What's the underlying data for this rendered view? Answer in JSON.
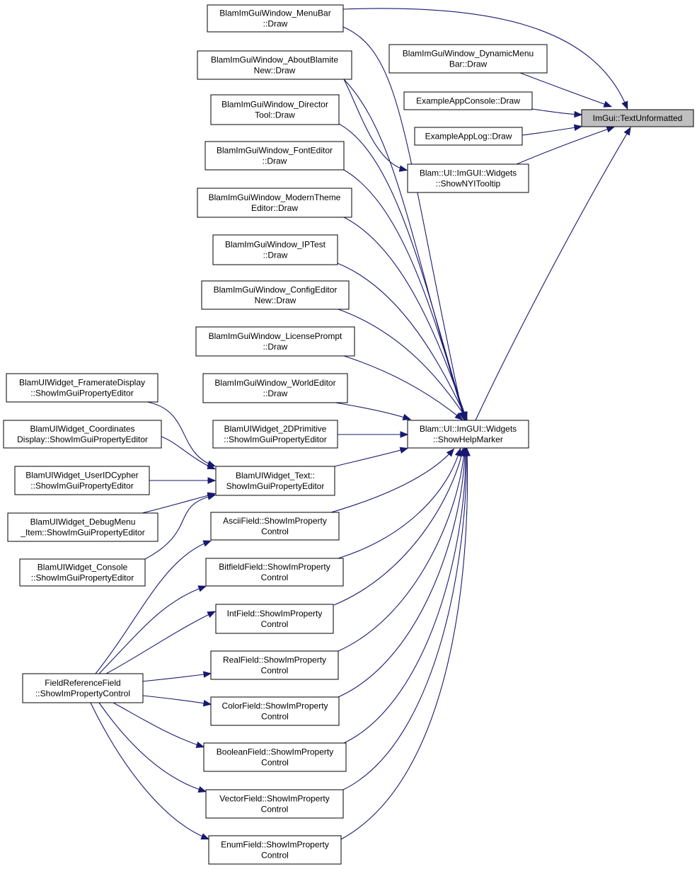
{
  "diagram": {
    "direction": "right-to-left call graph",
    "colors": {
      "edge": "#191970",
      "node_border": "#000000",
      "node_fill": "#ffffff",
      "root_fill": "#bfbfbf"
    },
    "nodes": [
      {
        "id": "tu",
        "lines": [
          "ImGui::TextUnformatted"
        ],
        "root": true
      },
      {
        "id": "menubar",
        "lines": [
          "BlamImGuiWindow_MenuBar",
          "::Draw"
        ]
      },
      {
        "id": "dynmenu",
        "lines": [
          "BlamImGuiWindow_DynamicMenu",
          "Bar::Draw"
        ]
      },
      {
        "id": "console",
        "lines": [
          "ExampleAppConsole::Draw"
        ]
      },
      {
        "id": "log",
        "lines": [
          "ExampleAppLog::Draw"
        ]
      },
      {
        "id": "nyi",
        "lines": [
          "Blam::UI::ImGUI::Widgets",
          "::ShowNYITooltip"
        ]
      },
      {
        "id": "hm",
        "lines": [
          "Blam::UI::ImGUI::Widgets",
          "::ShowHelpMarker"
        ]
      },
      {
        "id": "about",
        "lines": [
          "BlamImGuiWindow_AboutBlamite",
          "New::Draw"
        ]
      },
      {
        "id": "director",
        "lines": [
          "BlamImGuiWindow_Director",
          "Tool::Draw"
        ]
      },
      {
        "id": "fonted",
        "lines": [
          "BlamImGuiWindow_FontEditor",
          "::Draw"
        ]
      },
      {
        "id": "modern",
        "lines": [
          "BlamImGuiWindow_ModernTheme",
          "Editor::Draw"
        ]
      },
      {
        "id": "iptest",
        "lines": [
          "BlamImGuiWindow_IPTest",
          "::Draw"
        ]
      },
      {
        "id": "config",
        "lines": [
          "BlamImGuiWindow_ConfigEditor",
          "New::Draw"
        ]
      },
      {
        "id": "license",
        "lines": [
          "BlamImGuiWindow_LicensePrompt",
          "::Draw"
        ]
      },
      {
        "id": "world",
        "lines": [
          "BlamImGuiWindow_WorldEditor",
          "::Draw"
        ]
      },
      {
        "id": "prim2d",
        "lines": [
          "BlamUIWidget_2DPrimitive",
          "::ShowImGuiPropertyEditor"
        ]
      },
      {
        "id": "text",
        "lines": [
          "BlamUIWidget_Text::",
          "ShowImGuiPropertyEditor"
        ]
      },
      {
        "id": "frame",
        "lines": [
          "BlamUIWidget_FramerateDisplay",
          "::ShowImGuiPropertyEditor"
        ]
      },
      {
        "id": "coords",
        "lines": [
          "BlamUIWidget_Coordinates",
          "Display::ShowImGuiPropertyEditor"
        ]
      },
      {
        "id": "userid",
        "lines": [
          "BlamUIWidget_UserIDCypher",
          "::ShowImGuiPropertyEditor"
        ]
      },
      {
        "id": "debug",
        "lines": [
          "BlamUIWidget_DebugMenu",
          "_Item::ShowImGuiPropertyEditor"
        ]
      },
      {
        "id": "wconsole",
        "lines": [
          "BlamUIWidget_Console",
          "::ShowImGuiPropertyEditor"
        ]
      },
      {
        "id": "ascii",
        "lines": [
          "AsciiField::ShowImProperty",
          "Control"
        ]
      },
      {
        "id": "bitfield",
        "lines": [
          "BitfieldField::ShowImProperty",
          "Control"
        ]
      },
      {
        "id": "int",
        "lines": [
          "IntField::ShowImProperty",
          "Control"
        ]
      },
      {
        "id": "real",
        "lines": [
          "RealField::ShowImProperty",
          "Control"
        ]
      },
      {
        "id": "color",
        "lines": [
          "ColorField::ShowImProperty",
          "Control"
        ]
      },
      {
        "id": "bool",
        "lines": [
          "BooleanField::ShowImProperty",
          "Control"
        ]
      },
      {
        "id": "vector",
        "lines": [
          "VectorField::ShowImProperty",
          "Control"
        ]
      },
      {
        "id": "enum",
        "lines": [
          "EnumField::ShowImProperty",
          "Control"
        ]
      },
      {
        "id": "fieldref",
        "lines": [
          "FieldReferenceField",
          "::ShowImPropertyControl"
        ]
      }
    ],
    "edges": [
      {
        "from": "menubar",
        "to": "tu"
      },
      {
        "from": "dynmenu",
        "to": "tu"
      },
      {
        "from": "console",
        "to": "tu"
      },
      {
        "from": "log",
        "to": "tu"
      },
      {
        "from": "nyi",
        "to": "tu"
      },
      {
        "from": "hm",
        "to": "tu"
      },
      {
        "from": "about",
        "to": "nyi"
      },
      {
        "from": "menubar",
        "to": "hm"
      },
      {
        "from": "about",
        "to": "hm"
      },
      {
        "from": "director",
        "to": "hm"
      },
      {
        "from": "fonted",
        "to": "hm"
      },
      {
        "from": "modern",
        "to": "hm"
      },
      {
        "from": "iptest",
        "to": "hm"
      },
      {
        "from": "config",
        "to": "hm"
      },
      {
        "from": "license",
        "to": "hm"
      },
      {
        "from": "world",
        "to": "hm"
      },
      {
        "from": "prim2d",
        "to": "hm"
      },
      {
        "from": "text",
        "to": "hm"
      },
      {
        "from": "ascii",
        "to": "hm"
      },
      {
        "from": "bitfield",
        "to": "hm"
      },
      {
        "from": "int",
        "to": "hm"
      },
      {
        "from": "real",
        "to": "hm"
      },
      {
        "from": "color",
        "to": "hm"
      },
      {
        "from": "bool",
        "to": "hm"
      },
      {
        "from": "vector",
        "to": "hm"
      },
      {
        "from": "enum",
        "to": "hm"
      },
      {
        "from": "frame",
        "to": "text"
      },
      {
        "from": "coords",
        "to": "text"
      },
      {
        "from": "userid",
        "to": "text"
      },
      {
        "from": "debug",
        "to": "text"
      },
      {
        "from": "wconsole",
        "to": "text"
      },
      {
        "from": "fieldref",
        "to": "ascii"
      },
      {
        "from": "fieldref",
        "to": "bitfield"
      },
      {
        "from": "fieldref",
        "to": "int"
      },
      {
        "from": "fieldref",
        "to": "real"
      },
      {
        "from": "fieldref",
        "to": "color"
      },
      {
        "from": "fieldref",
        "to": "bool"
      },
      {
        "from": "fieldref",
        "to": "vector"
      },
      {
        "from": "fieldref",
        "to": "enum"
      }
    ]
  }
}
